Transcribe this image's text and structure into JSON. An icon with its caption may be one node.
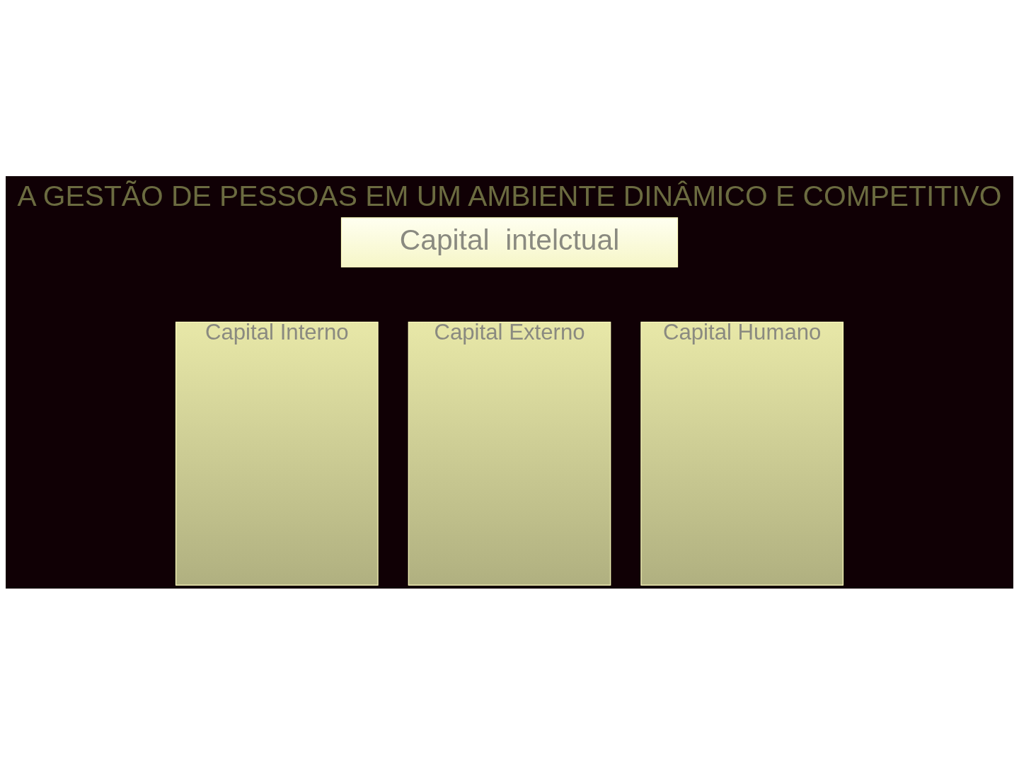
{
  "diagram": {
    "title": "A GESTÃO DE PESSOAS EM UM AMBIENTE DINÂMICO E COMPETITIVO",
    "nodes": [
      {
        "text": [
          "Capital  intelctual"
        ]
      },
      {
        "text": [
          "Capital Interno"
        ]
      },
      {
        "text": [
          "Capital Externo"
        ]
      },
      {
        "text": [
          "Capital Humano"
        ]
      }
    ],
    "edges": []
  }
}
